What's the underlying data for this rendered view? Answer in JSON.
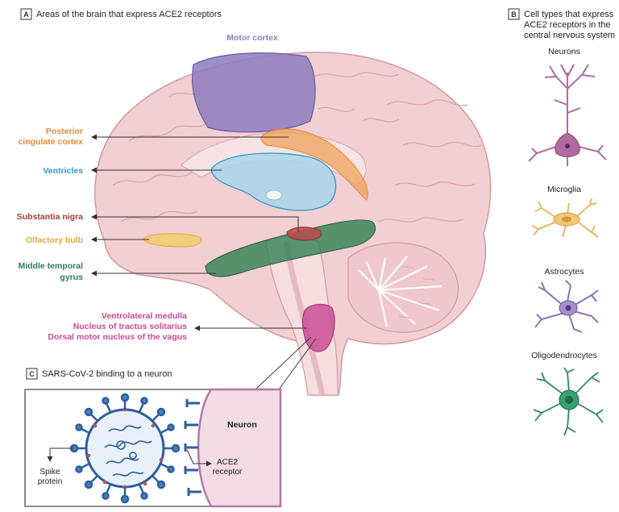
{
  "panel_a": {
    "letter": "A",
    "title": "Areas of the brain that express ACE2 receptors",
    "regions": {
      "motor_cortex": "Motor cortex",
      "posterior_cingulate": [
        "Posterior",
        "cingulate cortex"
      ],
      "ventricles": "Ventricles",
      "substantia_nigra": "Substantia nigra",
      "olfactory_bulb": "Olfactory bulb",
      "middle_temporal": [
        "Middle temporal",
        "gyrus"
      ],
      "medulla": [
        "Ventrolateral medulla",
        "Nucleus of tractus solitarius",
        "Dorsal motor nucleus of the vagus"
      ]
    }
  },
  "panel_b": {
    "letter": "B",
    "title": [
      "Cell types that express",
      "ACE2 receptors in the",
      "central nervous system"
    ],
    "cells": [
      "Neurons",
      "Microglia",
      "Astrocytes",
      "Oligodendrocytes"
    ]
  },
  "panel_c": {
    "letter": "C",
    "title": "SARS-CoV-2 binding to a neuron",
    "neuron": "Neuron",
    "spike": [
      "Spike",
      "protein"
    ],
    "ace2": [
      "ACE2",
      "receptor"
    ]
  },
  "colors": {
    "motor": "#8f7fbf",
    "cingulate": "#e08a3c",
    "ventricles": "#2a9ac8",
    "nigra": "#a63a3a",
    "olfactory": "#e6a93a",
    "temporal": "#2e7d4f",
    "medulla": "#c94a94",
    "brain": "#f2cfd3",
    "neuron_cell": "#b06ca0",
    "microglia": "#e6b25a",
    "astrocyte": "#8a72b8",
    "oligo": "#2e8a5e"
  }
}
